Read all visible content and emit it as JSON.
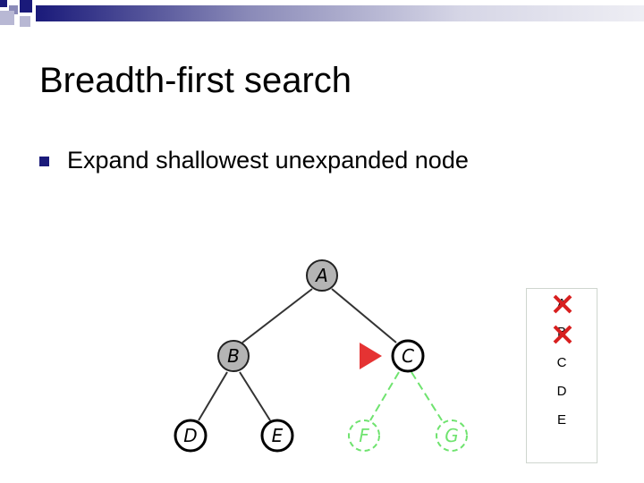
{
  "slide": {
    "title": "Breadth-first search",
    "bullet": "Expand shallowest unexpanded node"
  },
  "tree": {
    "nodes": [
      {
        "id": "A",
        "label": "A",
        "state": "expanded"
      },
      {
        "id": "B",
        "label": "B",
        "state": "expanded"
      },
      {
        "id": "C",
        "label": "C",
        "state": "current"
      },
      {
        "id": "D",
        "label": "D",
        "state": "fringe"
      },
      {
        "id": "E",
        "label": "E",
        "state": "fringe"
      },
      {
        "id": "F",
        "label": "F",
        "state": "new"
      },
      {
        "id": "G",
        "label": "G",
        "state": "new"
      }
    ],
    "edges": [
      {
        "from": "A",
        "to": "B",
        "state": "normal"
      },
      {
        "from": "A",
        "to": "C",
        "state": "normal"
      },
      {
        "from": "B",
        "to": "D",
        "state": "normal"
      },
      {
        "from": "B",
        "to": "E",
        "state": "normal"
      },
      {
        "from": "C",
        "to": "F",
        "state": "new"
      },
      {
        "from": "C",
        "to": "G",
        "state": "new"
      }
    ]
  },
  "queue": {
    "items": [
      {
        "label": "A",
        "removed": true
      },
      {
        "label": "B",
        "removed": true
      },
      {
        "label": "C",
        "removed": false
      },
      {
        "label": "D",
        "removed": false
      },
      {
        "label": "E",
        "removed": false
      }
    ]
  },
  "colors": {
    "strip_dark": "#1a1a7a",
    "strip_light": "#d6d6e6",
    "expanded_fill": "#b4b4b4",
    "new_green": "#6fe36f",
    "pointer_red": "#e53333",
    "cross_red": "#d81f1f"
  }
}
